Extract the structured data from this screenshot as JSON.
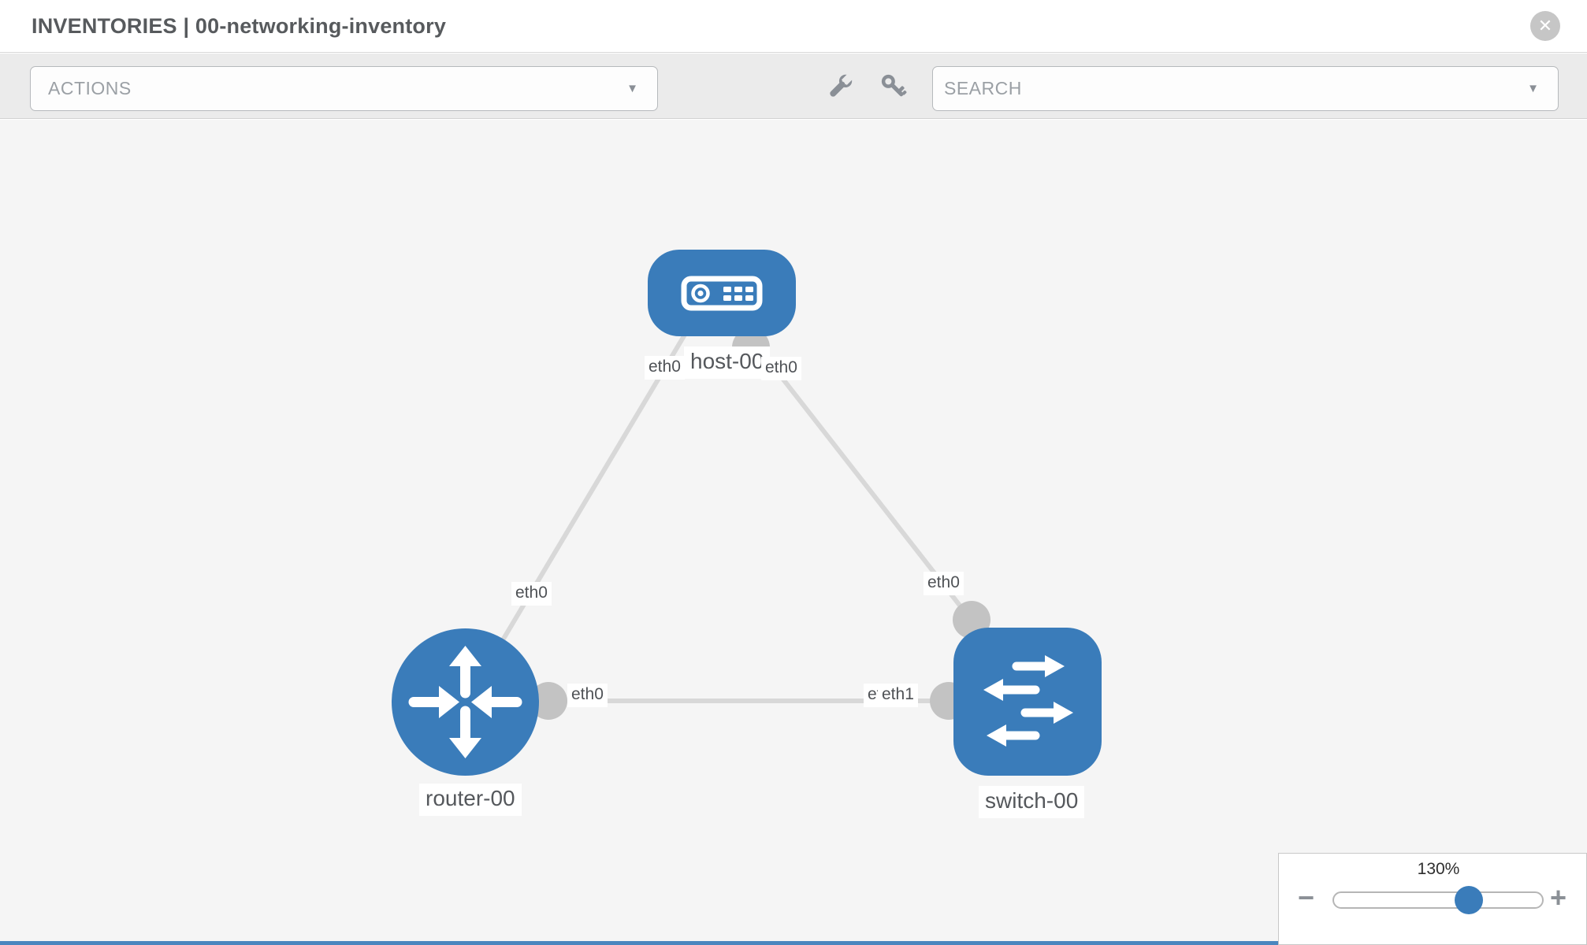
{
  "header": {
    "title": "INVENTORIES | 00-networking-inventory"
  },
  "toolbar": {
    "actions_label": "ACTIONS",
    "search_placeholder": "SEARCH",
    "tools": [
      "wrench-icon",
      "key-icon"
    ]
  },
  "icons": {
    "dropdown": "▼",
    "close": "✕",
    "minus": "−",
    "plus": "+"
  },
  "topology": {
    "nodes": [
      {
        "id": "host-00",
        "type": "host",
        "label": "host-00"
      },
      {
        "id": "router-00",
        "type": "router",
        "label": "router-00"
      },
      {
        "id": "switch-00",
        "type": "switch",
        "label": "switch-00"
      }
    ],
    "links": [
      {
        "from": "host-00",
        "from_iface": "eth0",
        "to": "router-00",
        "to_iface": "eth0"
      },
      {
        "from": "host-00",
        "from_iface": "eth0",
        "to": "switch-00",
        "to_iface": "eth0"
      },
      {
        "from": "router-00",
        "from_iface": "eth0",
        "to": "switch-00",
        "to_iface": "eth1"
      }
    ],
    "interface_labels": [
      "eth0",
      "eth0",
      "eth0",
      "eth0",
      "eth0",
      "eth0",
      "eth1"
    ]
  },
  "zoom_control": {
    "level": "130%"
  },
  "colors": {
    "node_blue": "#3a7cba",
    "link_gray": "#d8d8d8",
    "connector_gray": "#c3c3c3",
    "toolbar_gray": "#ebebeb",
    "canvas_gray": "#f5f5f5",
    "title_gray": "#575a5d"
  }
}
